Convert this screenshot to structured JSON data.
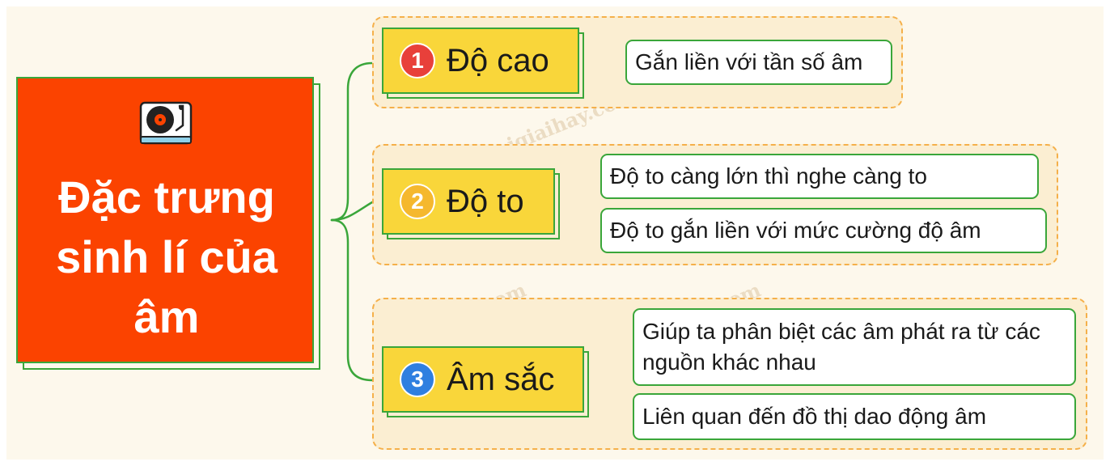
{
  "root": {
    "title": "Đặc trưng sinh lí của âm",
    "icon": "turntable-icon",
    "color": "#fb4300"
  },
  "branches": [
    {
      "number": "1",
      "badge_color": "#e8403a",
      "label": "Độ cao",
      "leaves": [
        "Gắn liền với tần số âm"
      ]
    },
    {
      "number": "2",
      "badge_color": "#f5b82e",
      "label": "Độ to",
      "leaves": [
        "Độ to càng lớn thì nghe càng to",
        "Độ to gắn liền với mức cường độ âm"
      ]
    },
    {
      "number": "3",
      "badge_color": "#2f7fe0",
      "label": "Âm sắc",
      "leaves": [
        "Giúp ta phân biệt các âm phát ra từ các nguồn khác nhau",
        "Liên quan đến đồ thị dao động âm"
      ]
    }
  ],
  "watermark": "Loigiaihay.com",
  "colors": {
    "connector": "#3aa63a",
    "topic_fill": "#f9d63a",
    "group_fill": "#fbeed2",
    "group_border": "#f5b04a"
  }
}
